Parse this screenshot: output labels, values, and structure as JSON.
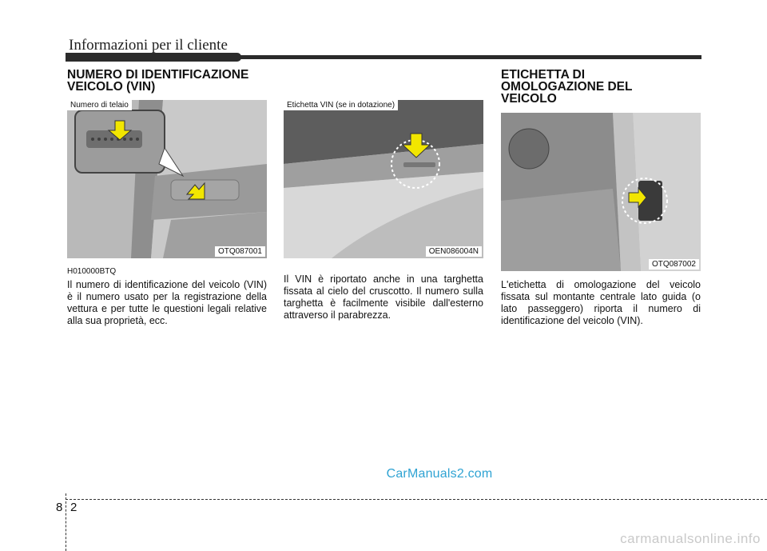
{
  "header": {
    "title": "Informazioni per il cliente"
  },
  "col1": {
    "heading": "NUMERO DI IDENTIFICAZIONE VEICOLO (VIN)",
    "callout": "Numero di telaio",
    "image_code": "OTQ087001",
    "doc_code": "H010000BTQ",
    "paragraph": "Il numero di identificazione del veicolo (VIN) è il numero usato per la registrazione della vettura e per tutte le questioni legali relative alla sua proprietà, ecc."
  },
  "col2": {
    "callout": "Etichetta VIN (se in dotazione)",
    "image_code": "OEN086004N",
    "paragraph": "Il VIN è riportato anche in una targhetta fissata al cielo del cruscotto. Il numero sulla targhetta è facilmente visibile dall'esterno attraverso il parabrezza."
  },
  "col3": {
    "heading": "ETICHETTA DI OMOLOGAZIONE DEL VEICOLO",
    "image_code": "OTQ087002",
    "paragraph": "L'etichetta di omologazione del veicolo fissata sul montante centrale lato guida (o lato passeggero) riporta il numero di identificazione del veicolo (VIN)."
  },
  "watermark": "CarManuals2.com",
  "footer": {
    "section": "8",
    "page": "2"
  },
  "bottom_watermark": "carmanualsonline.info",
  "colors": {
    "arrow_yellow": "#f2e600",
    "watermark_blue": "#2fa3d3"
  }
}
